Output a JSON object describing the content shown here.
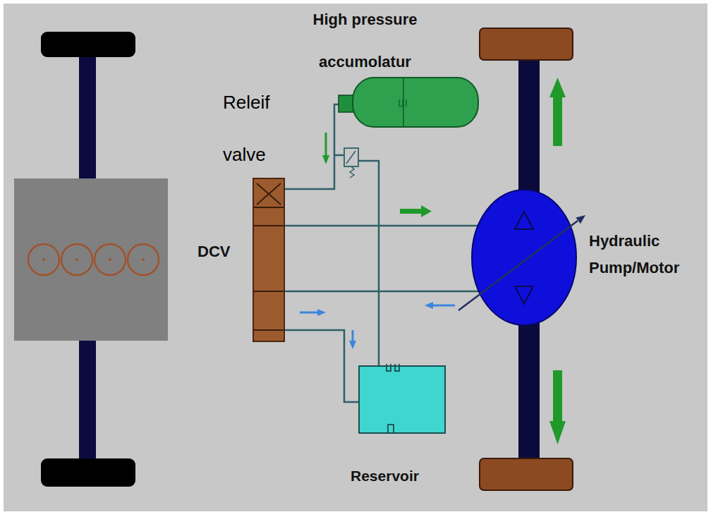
{
  "diagram": {
    "nodes": [
      {
        "text": [
          "High pressure accumolatur"
        ]
      },
      {
        "text": [
          "DCV"
        ]
      },
      {
        "text": [
          "Hydraulic Pump/Motor"
        ]
      },
      {
        "text": [
          "Reservoir"
        ]
      }
    ],
    "edges": [
      {
        "from": 0,
        "to": 1,
        "arrow": "none"
      },
      {
        "from": 1,
        "to": 2,
        "arrow": "none"
      },
      {
        "from": 1,
        "to": 2,
        "arrow": "none"
      },
      {
        "from": 1,
        "to": 3,
        "arrow": "none"
      }
    ],
    "labels": [
      "Releif valve"
    ]
  }
}
